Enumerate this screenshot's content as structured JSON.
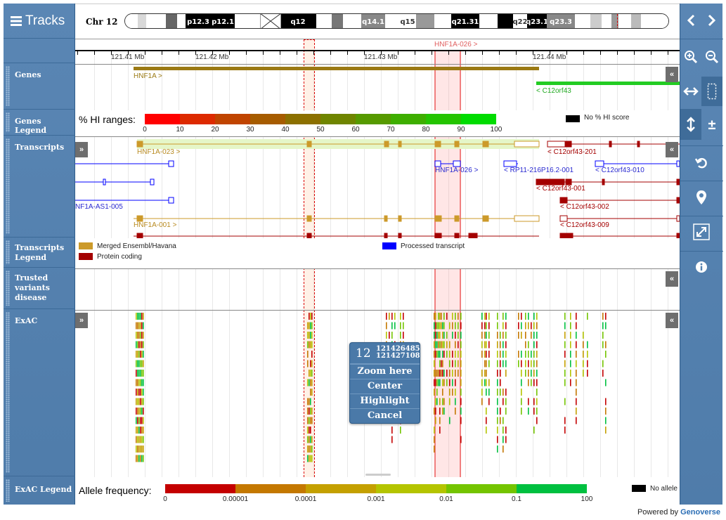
{
  "app": {
    "title": "Tracks",
    "chromosome": "Chr 12",
    "powered_by": "Powered by",
    "brand": "Genoverse"
  },
  "karyotype_bands": [
    "p12.3",
    "p12.1",
    "q12",
    "q14.1",
    "q15",
    "q21.31",
    "q22",
    "q23.1",
    "q23.3"
  ],
  "ruler": {
    "labels": [
      "121.41 Mb",
      "121.42 Mb",
      "121.43 Mb",
      "121.44 Mb"
    ],
    "highlight_label": "HNF1A-026 >"
  },
  "tracks": {
    "genes": "Genes",
    "genes_legend": "Genes Legend",
    "transcripts": "Transcripts",
    "transcripts_legend": "Transcripts Legend",
    "trusted": "Trusted variants disease",
    "exac": "ExAC",
    "exac_legend": "ExAC Legend"
  },
  "genes": {
    "hnf1a": "HNF1A >",
    "c12orf43": "< C12orf43"
  },
  "hi_legend": {
    "title": "% HI ranges:",
    "ticks": [
      "0",
      "10",
      "20",
      "30",
      "40",
      "50",
      "60",
      "70",
      "80",
      "90",
      "100"
    ],
    "no_score": "No % HI score",
    "colors": [
      "#ff0000",
      "#dd2a00",
      "#c04400",
      "#a65c00",
      "#8c7000",
      "#6f8500",
      "#569a00",
      "#3eae00",
      "#24c400",
      "#00dc00"
    ]
  },
  "transcripts": {
    "labels": [
      "HNF1A-023 >",
      "< C12orf43-201",
      "HNF1A-026 >",
      "< RP11-216P16.2-001",
      "< C12orf43-010",
      "< C12orf43-001",
      "NF1A-AS1-005",
      "< C12orf43-002",
      "HNF1A-001 >",
      "< C12orf43-009"
    ]
  },
  "transcripts_legend": {
    "merged": "Merged Ensembl/Havana",
    "protein_coding": "Protein coding",
    "processed": "Processed transcript",
    "colors": {
      "merged": "#cc9a2a",
      "protein": "#a40000",
      "processed": "#0000ff"
    }
  },
  "exac_legend": {
    "title": "Allele frequency:",
    "ticks": [
      "0",
      "0.00001",
      "0.0001",
      "0.001",
      "0.01",
      "0.1",
      "100"
    ],
    "no_allele": "No allele",
    "colors": [
      "#c40000",
      "#c47800",
      "#c4a000",
      "#b4c400",
      "#74c400",
      "#00c040"
    ]
  },
  "popup": {
    "chr": "12",
    "start": "121426485",
    "end": "121427108",
    "items": [
      "Zoom here",
      "Center",
      "Highlight",
      "Cancel"
    ]
  }
}
